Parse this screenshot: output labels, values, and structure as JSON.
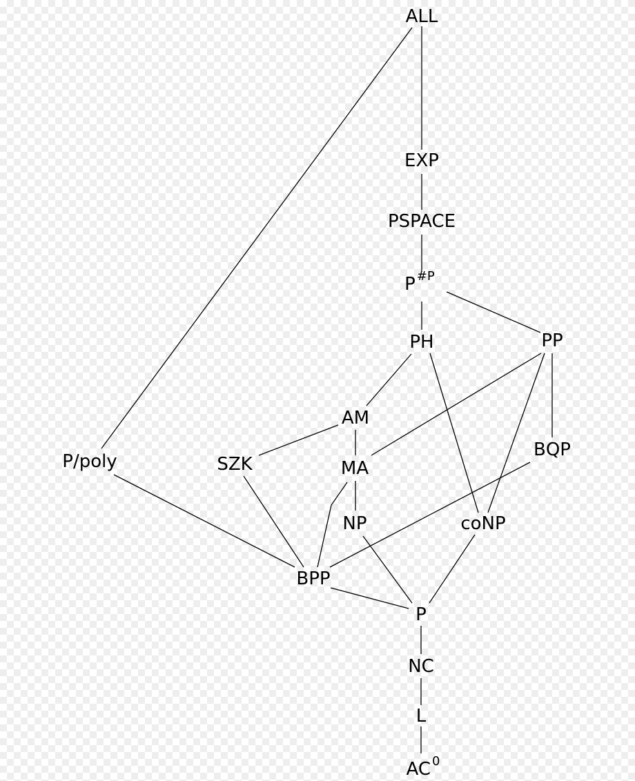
{
  "diagram": {
    "nodes": [
      {
        "id": "ALL",
        "label": "ALL"
      },
      {
        "id": "EXP",
        "label": "EXP"
      },
      {
        "id": "PSPACE",
        "label": "PSPACE"
      },
      {
        "id": "P#P",
        "label": "P",
        "sup": "#P"
      },
      {
        "id": "PH",
        "label": "PH"
      },
      {
        "id": "PP",
        "label": "PP"
      },
      {
        "id": "AM",
        "label": "AM"
      },
      {
        "id": "P/poly",
        "label": "P/poly"
      },
      {
        "id": "SZK",
        "label": "SZK"
      },
      {
        "id": "MA",
        "label": "MA"
      },
      {
        "id": "BQP",
        "label": "BQP"
      },
      {
        "id": "NP",
        "label": "NP"
      },
      {
        "id": "coNP",
        "label": "coNP"
      },
      {
        "id": "BPP",
        "label": "BPP"
      },
      {
        "id": "P",
        "label": "P"
      },
      {
        "id": "NC",
        "label": "NC"
      },
      {
        "id": "L",
        "label": "L"
      },
      {
        "id": "AC0",
        "label": "AC",
        "sup": "0"
      }
    ],
    "edges": [
      [
        "ALL",
        "EXP"
      ],
      [
        "ALL",
        "P/poly"
      ],
      [
        "EXP",
        "PSPACE"
      ],
      [
        "PSPACE",
        "P#P"
      ],
      [
        "P#P",
        "PH"
      ],
      [
        "P#P",
        "PP"
      ],
      [
        "PH",
        "AM"
      ],
      [
        "PH",
        "coNP"
      ],
      [
        "PP",
        "MA"
      ],
      [
        "PP",
        "coNP"
      ],
      [
        "PP",
        "BQP"
      ],
      [
        "AM",
        "SZK"
      ],
      [
        "AM",
        "MA"
      ],
      [
        "MA",
        "NP"
      ],
      [
        "MA",
        "BPP"
      ],
      [
        "BQP",
        "BPP"
      ],
      [
        "P/poly",
        "BPP"
      ],
      [
        "SZK",
        "BPP"
      ],
      [
        "NP",
        "P"
      ],
      [
        "coNP",
        "P"
      ],
      [
        "BPP",
        "P"
      ],
      [
        "P",
        "NC"
      ],
      [
        "NC",
        "L"
      ],
      [
        "L",
        "AC0"
      ]
    ]
  }
}
